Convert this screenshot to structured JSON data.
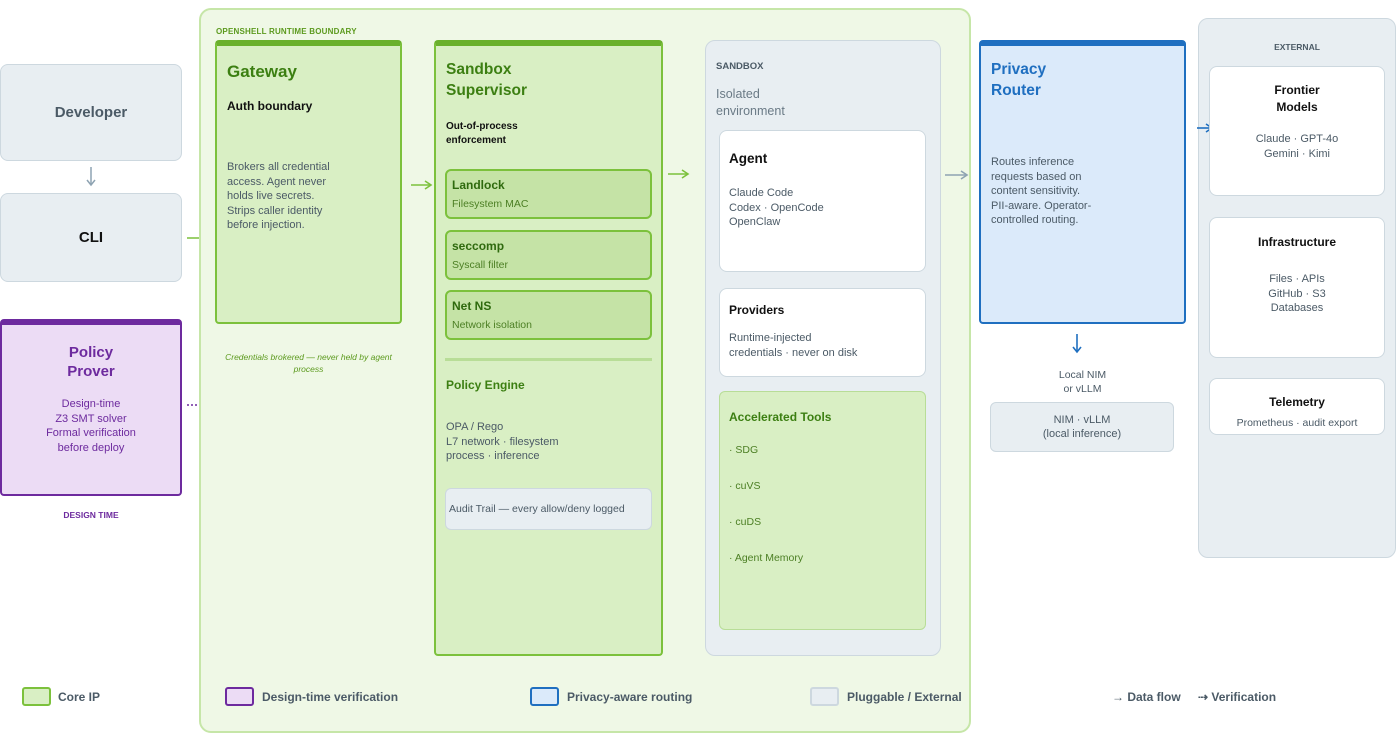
{
  "colors": {
    "core_ip": "#7cc13c",
    "design_time": "#6d2a9e",
    "privacy": "#1f6fc0",
    "pluggable": "#cdd8df"
  },
  "left": {
    "developer": "Developer",
    "cli": "CLI",
    "policy_prover": {
      "title": "Policy\nProver",
      "body": "Design-time\nZ3 SMT solver\nFormal verification\nbefore deploy"
    },
    "design_time_label": "DESIGN TIME"
  },
  "boundary": {
    "label": "OPENSHELL RUNTIME BOUNDARY"
  },
  "gateway": {
    "title": "Gateway",
    "subtitle": "Auth boundary",
    "body": "Brokers all credential\naccess. Agent never\nholds live secrets.\nStrips caller identity\nbefore injection.",
    "note": "Credentials brokered — never held by agent\nprocess"
  },
  "supervisor": {
    "title": "Sandbox\nSupervisor",
    "subtitle": "Out-of-process\nenforcement",
    "modules": [
      {
        "name": "Landlock",
        "desc": "Filesystem MAC"
      },
      {
        "name": "seccomp",
        "desc": "Syscall filter"
      },
      {
        "name": "Net NS",
        "desc": "Network isolation"
      }
    ],
    "policy_engine": {
      "title": "Policy Engine",
      "body": "OPA / Rego\nL7 network · filesystem\nprocess · inference"
    },
    "audit": "Audit Trail — every allow/deny logged"
  },
  "sandbox": {
    "label": "SANDBOX",
    "subtitle": "Isolated\nenvironment",
    "agent": {
      "title": "Agent",
      "body": "Claude Code\nCodex · OpenCode\nOpenClaw"
    },
    "providers": {
      "title": "Providers",
      "body": "Runtime-injected\ncredentials · never on disk"
    },
    "tools": {
      "title": "Accelerated Tools",
      "items": [
        "· SDG",
        "· cuVS",
        "· cuDS",
        "· Agent Memory"
      ]
    }
  },
  "router": {
    "title": "Privacy\nRouter",
    "body": "Routes inference\nrequests based on\ncontent sensitivity.\nPII-aware. Operator-\ncontrolled routing.",
    "local_label": "Local NIM\nor vLLM",
    "local_box": "NIM · vLLM\n(local inference)"
  },
  "external": {
    "label": "EXTERNAL",
    "frontier": {
      "title": "Frontier\nModels",
      "body": "Claude · GPT-4o\nGemini · Kimi"
    },
    "infra": {
      "title": "Infrastructure",
      "body": "Files · APIs\nGitHub · S3\nDatabases"
    },
    "telemetry": {
      "title": "Telemetry",
      "body": "Prometheus · audit export"
    }
  },
  "legend": {
    "core_ip": "Core IP",
    "design_time": "Design-time verification",
    "privacy": "Privacy-aware routing",
    "pluggable": "Pluggable / External",
    "data_flow": "→ Data flow",
    "verification": "⇢ Verification"
  }
}
